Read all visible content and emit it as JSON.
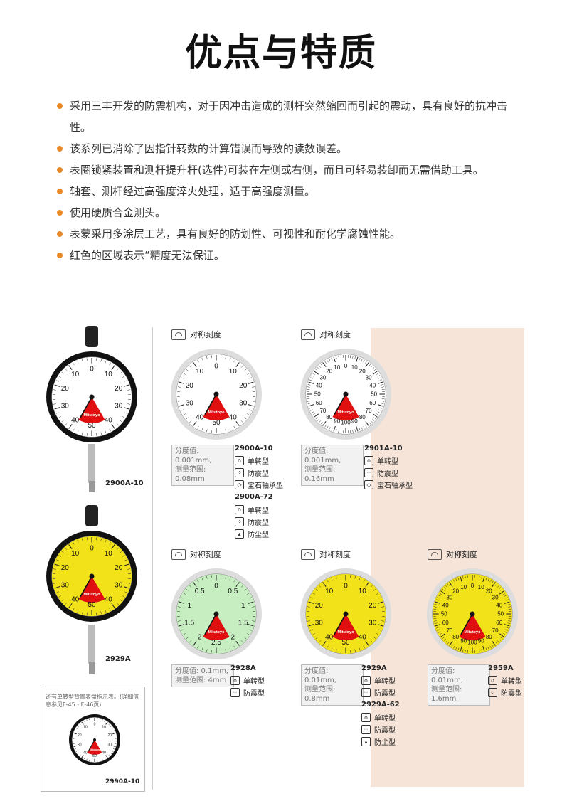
{
  "title": "优点与特质",
  "features": [
    "采用三丰开发的防震机构，对于因冲击造成的测杆突然缩回而引起的震动，具有良好的抗冲击性。",
    "该系列已消除了因指针转数的计算错误而导致的读数误差。",
    "表圈锁紧装置和测杆提升杆(选件)可装在左侧或右侧，而且可轻易装卸而无需借助工具。",
    "轴套、测杆经过高强度淬火处理，适于高强度测量。",
    "使用硬质合金测头。",
    "表蒙采用多涂层工艺，具有良好的防划性、可视性和耐化学腐蚀性能。",
    "红色的区域表示“精度无法保证。"
  ],
  "symmetric_label": "对称刻度",
  "brand": "Mitutoyo",
  "left": {
    "g1_model": "2900A-10",
    "g2_model": "2929A",
    "note": "还有单转型背置表盘指示表。(详细信息参见F-45 - F-46页)",
    "g3_model": "2990A-10"
  },
  "panels": {
    "p1": {
      "unit": "1μm",
      "spec1": "分度值: 0.001mm,",
      "spec2": "测量范围: 0.08mm",
      "m1": "2900A-10",
      "m2": "2900A-72"
    },
    "p2": {
      "unit": "1μm",
      "spec1": "分度值: 0.001mm,",
      "spec2": "测量范围: 0.16mm",
      "m1": "2901A-10"
    },
    "p3": {
      "unit": "0.1mm",
      "spec1": "分度值: 0.1mm,",
      "spec2": "测量范围: 4mm",
      "m1": "2928A"
    },
    "p4": {
      "unit": "0.01mm",
      "spec1": "分度值: 0.01mm,",
      "spec2": "测量范围: 0.8mm",
      "m1": "2929A",
      "m2": "2929A-62"
    },
    "p5": {
      "unit": "0.01mm",
      "spec1": "分度值: 0.01mm,",
      "spec2": "测量范围: 1.6mm",
      "m1": "2959A"
    }
  },
  "feature_labels": {
    "single": "单转型",
    "shock": "防震型",
    "jewel": "宝石轴承型",
    "dust": "防尘型"
  },
  "scales": {
    "s40": [
      "0",
      "10",
      "20",
      "30",
      "40",
      "50",
      "40",
      "30",
      "20",
      "10"
    ],
    "s80": [
      "0",
      "10",
      "20",
      "30",
      "40",
      "50",
      "60",
      "70",
      "80",
      "90",
      "100",
      "90",
      "80",
      "70",
      "60",
      "50",
      "40",
      "30",
      "20",
      "10"
    ],
    "s2": [
      "0",
      "0.5",
      "1",
      "1.5",
      "2",
      "2.5",
      "2",
      "1.5",
      "1",
      "0.5"
    ],
    "s40b": [
      "0",
      "10",
      "20",
      "30",
      "40",
      "50",
      "40",
      "30",
      "20",
      "10"
    ],
    "s80b": [
      "0",
      "10",
      "20",
      "30",
      "40",
      "50",
      "60",
      "70",
      "80",
      "90",
      "100",
      "90",
      "80",
      "70",
      "60",
      "50",
      "40",
      "30",
      "20",
      "10"
    ]
  },
  "colors": {
    "accent": "#e88a2a",
    "red": "#e01010",
    "yellow": "#f2e21a",
    "green": "#c6eec0",
    "peach": "#f6e4d8"
  }
}
